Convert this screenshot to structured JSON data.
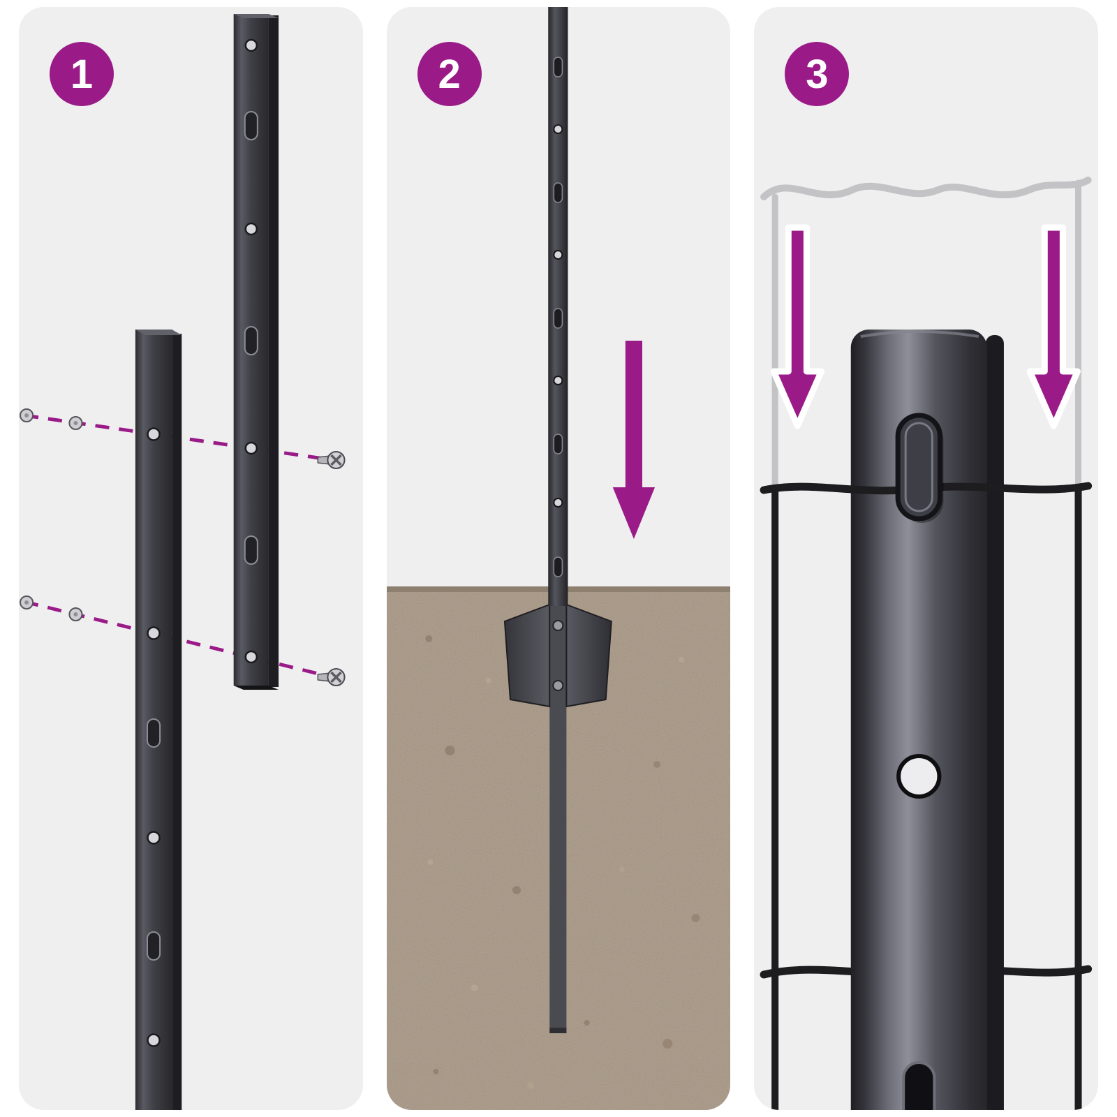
{
  "title": "fence-post-installation-steps",
  "colors": {
    "accent": "#9A1A87",
    "panel_bg": "#EFEFF0",
    "post_dark": "#3A3A41",
    "soil": "#A5937F",
    "wire_black": "#1D1D20",
    "mesh_gray": "#C3C3C6",
    "screw_gray": "#D2D2D6"
  },
  "steps": [
    {
      "number": "1",
      "icon": "screw-assembly-diagram",
      "illustration": "two-metal-posts-joined-with-screws-along-dashed-alignment-lines"
    },
    {
      "number": "2",
      "icon": "post-into-ground-diagram",
      "illustration": "post-with-anchor-plate-driven-down-into-soil"
    },
    {
      "number": "3",
      "icon": "mesh-attach-diagram",
      "illustration": "wire-mesh-lowered-and-hooked-onto-post-tab"
    }
  ]
}
